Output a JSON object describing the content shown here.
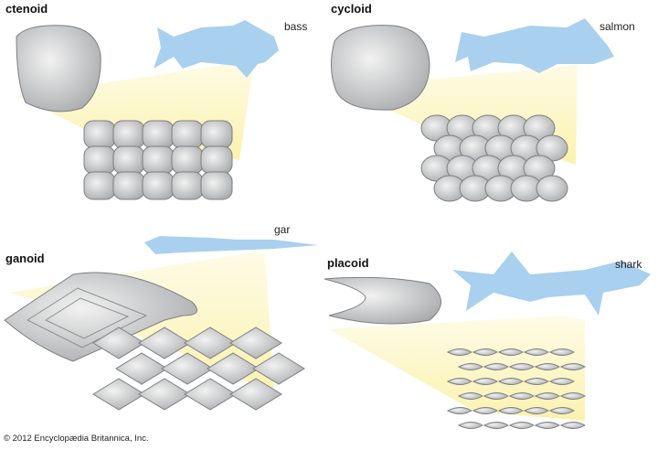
{
  "panels": [
    {
      "scale_type": "ctenoid",
      "fish": "bass"
    },
    {
      "scale_type": "cycloid",
      "fish": "salmon"
    },
    {
      "scale_type": "ganoid",
      "fish": "gar"
    },
    {
      "scale_type": "placoid",
      "fish": "shark"
    }
  ],
  "credit": "© 2012 Encyclopædia Britannica, Inc.",
  "colors": {
    "fish": "#a9d0ef",
    "highlight": "#fbf2ae",
    "scale": "#cfd1d3",
    "scale_edge": "#8a8c8e"
  }
}
